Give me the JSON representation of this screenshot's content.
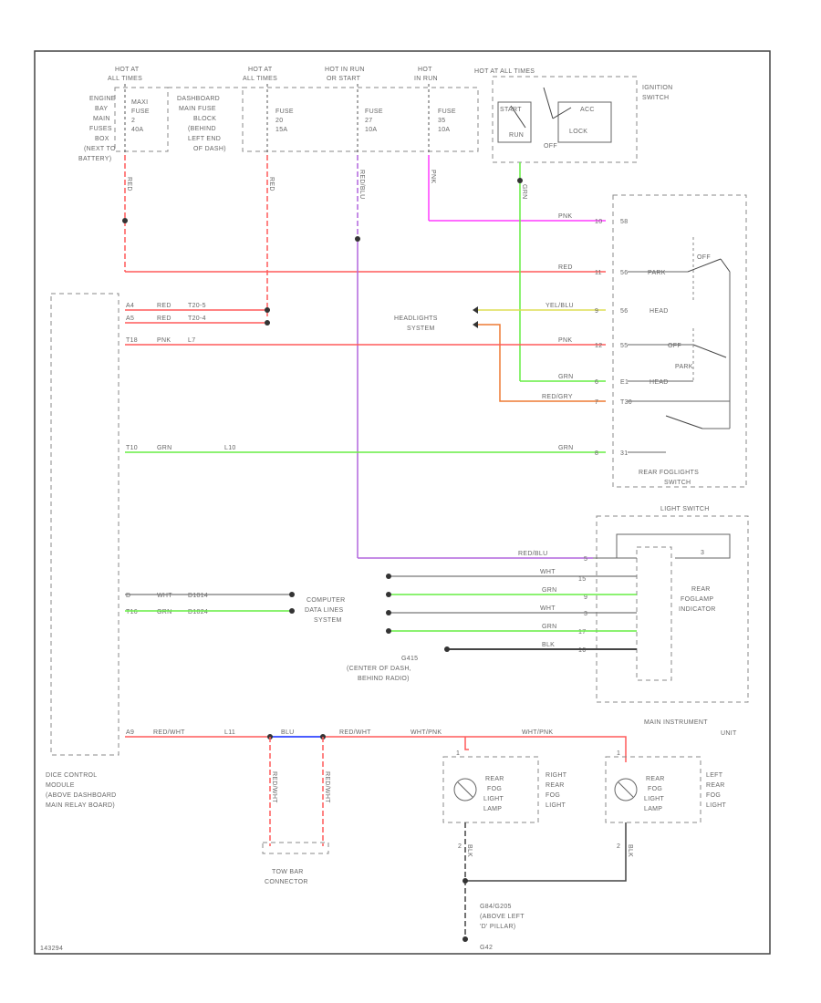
{
  "fuses": [
    {
      "header1": "HOT AT",
      "header2": "ALL TIMES",
      "l1": "MAXI",
      "l2": "FUSE",
      "l3": "2",
      "l4": "40A",
      "box": [
        "ENGINE",
        "BAY",
        "MAIN",
        "FUSES",
        "BOX",
        "(NEXT TO",
        "BATTERY)"
      ]
    },
    {
      "header1": "HOT AT",
      "header2": "ALL TIMES",
      "l1": "FUSE",
      "l2": "20",
      "l3": "15A",
      "box": [
        "DASHBOARD",
        "MAIN FUSE",
        "BLOCK",
        "(BEHIND",
        "LEFT END",
        "OF DASH)"
      ]
    },
    {
      "header1": "HOT IN RUN",
      "header2": "OR START",
      "l1": "FUSE",
      "l2": "27",
      "l3": "10A"
    },
    {
      "header1": "HOT",
      "header2": "IN RUN",
      "l1": "FUSE",
      "l2": "35",
      "l3": "10A"
    }
  ],
  "ignition": {
    "title": "HOT AT ALL TIMES",
    "name1": "IGNITION",
    "name2": "SWITCH",
    "start": "START",
    "run": "RUN",
    "lock": "LOCK",
    "off": "OFF",
    "acc": "ACC"
  },
  "wires": {
    "red_main": "RED",
    "red_fuse2": "RED",
    "rd_bu_v": "RED/BLU",
    "mag_v": "PNK",
    "grn_v": "GRN",
    "w_pnk_top": "PNK",
    "w_red": "RED",
    "w_yelblu": "YEL/BLU",
    "w_pnk2": "PNK",
    "w_grn": "GRN",
    "w_redgry": "RED/GRY",
    "w_grn2": "GRN",
    "w_redblu": "RED/BLU",
    "w_wht": "WHT",
    "w_grn3": "GRN",
    "w_wht2": "WHT",
    "w_grn4": "GRN",
    "w_blk": "BLK",
    "w_redwht": "RED/WHT",
    "w_blu": "BLU",
    "w_redwht2": "RED/WHT",
    "w_whtpnk": "WHT/PNK",
    "w_whtpnk2": "WHT/PNK",
    "w_tow1": "RED/WHT",
    "w_tow2": "RED/WHT",
    "w_blk_l": "BLK",
    "w_blk_r": "BLK"
  },
  "dice": {
    "rows": [
      {
        "pin": "A4",
        "color": "RED",
        "code": "T20-5"
      },
      {
        "pin": "A5",
        "color": "RED",
        "code": "T20-4"
      },
      {
        "pin": "T18",
        "color": "PNK",
        "code": "L7"
      },
      {
        "pin": "T10",
        "color": "GRN",
        "code": "L10"
      },
      {
        "pin": "D",
        "color": "WHT",
        "code": "D1014"
      },
      {
        "pin": "T16",
        "color": "GRN",
        "code": "D1024"
      },
      {
        "pin": "A9",
        "color": "RED/WHT",
        "code": "L11"
      }
    ],
    "name": [
      "DICE CONTROL",
      "MODULE",
      "(ABOVE DASHBOARD",
      "MAIN RELAY BOARD)"
    ]
  },
  "headlights": {
    "l1": "HEADLIGHTS",
    "l2": "SYSTEM"
  },
  "computer": {
    "l1": "COMPUTER",
    "l2": "DATA LINES",
    "l3": "SYSTEM"
  },
  "ground_g": {
    "l1": "G415",
    "l2": "(CENTER OF DASH,",
    "l3": "BEHIND RADIO)"
  },
  "switch": {
    "pins": [
      "10",
      "11",
      "9",
      "12",
      "6",
      "7",
      "8"
    ],
    "pos": [
      "OFF",
      "PARK",
      "HEAD",
      "OFF",
      "PARK",
      "HEAD"
    ],
    "terms": [
      "58",
      "56",
      "56",
      "55",
      "E1",
      "T30",
      "31"
    ],
    "name": [
      "REAR FOGLIGHTS",
      "SWITCH"
    ]
  },
  "light_switch": {
    "title": "LIGHT SWITCH",
    "indicator": [
      "REAR",
      "FOGLAMP",
      "INDICATOR"
    ],
    "pins": [
      "5",
      "15",
      "9",
      "3",
      "17",
      "16"
    ],
    "pin_top": "3",
    "main": [
      "MAIN INSTRUMENT",
      "UNIT"
    ]
  },
  "lamps": [
    {
      "l1": "REAR",
      "l2": "FOG",
      "l3": "LIGHT",
      "l4": "LAMP",
      "side": [
        "RIGHT",
        "REAR",
        "FOG",
        "LIGHT"
      ],
      "pin": "1",
      "pin2": "2"
    },
    {
      "l1": "REAR",
      "l2": "FOG",
      "l3": "LIGHT",
      "l4": "LAMP",
      "side": [
        "LEFT",
        "REAR",
        "FOG",
        "LIGHT"
      ],
      "pin": "1",
      "pin2": "2"
    }
  ],
  "tow": {
    "l1": "TOW BAR",
    "l2": "CONNECTOR"
  },
  "ground": {
    "l1": "G84/G205",
    "l2": "(ABOVE LEFT",
    "l3": "'D' PILLAR)",
    "l4": "G42"
  },
  "diagram_id": "143294",
  "colors": {
    "red": "#ff5a5a",
    "magenta": "#ff3cff",
    "green": "#66ee44",
    "yellow": "#dddd55",
    "orange": "#ee7a33",
    "purple": "#b266dd",
    "blue": "#4a5cff",
    "gray": "#777777"
  }
}
